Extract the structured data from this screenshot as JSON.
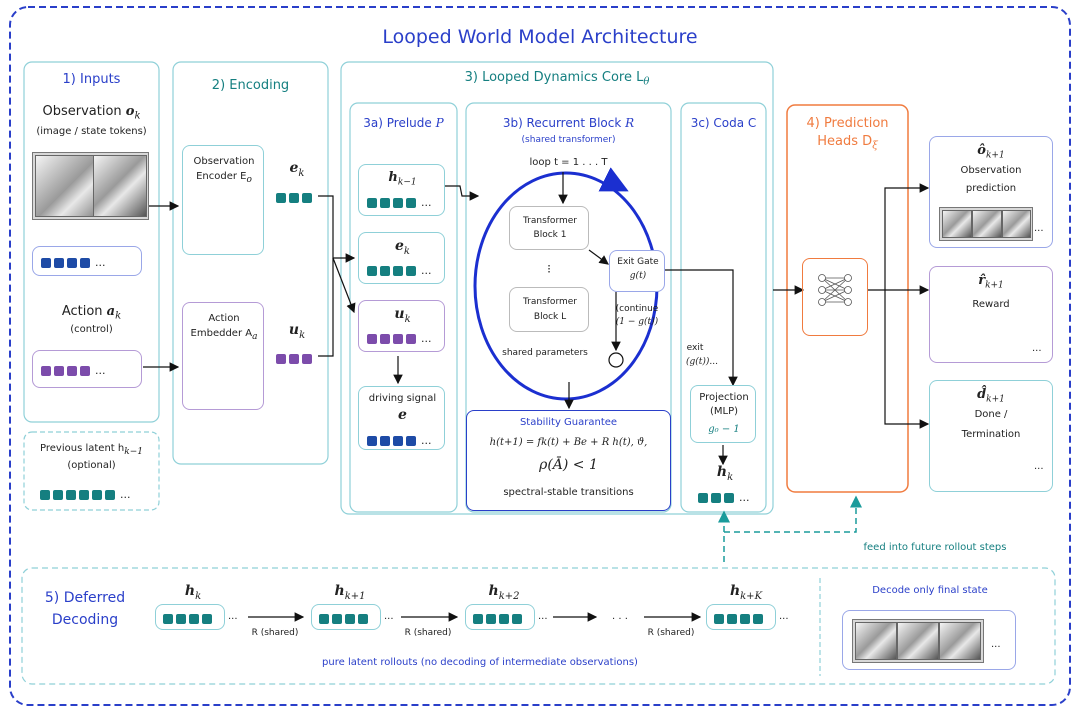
{
  "title": "Looped World Model Architecture",
  "inputs": {
    "heading": "1) Inputs",
    "observation_label": "Observation",
    "observation_sym": "o",
    "observation_sub": "k",
    "observation_note": "(image / state tokens)",
    "action_label": "Action",
    "action_sym": "a",
    "action_sub": "k",
    "action_note": "(control)",
    "ellipsis": "...",
    "prev_latent_label": "Previous latent h",
    "prev_latent_sub": "k−1",
    "prev_latent_note": "(optional)"
  },
  "encoding": {
    "heading": "2) Encoding",
    "obs_encoder_line1": "Observation",
    "obs_encoder_line2": "Encoder E",
    "obs_encoder_sub": "o",
    "act_embedder_line1": "Action",
    "act_embedder_line2": "Embedder A",
    "act_embedder_sub": "a",
    "e_sym": "e",
    "e_sub": "k",
    "u_sym": "u",
    "u_sub": "k"
  },
  "core": {
    "heading": "3) Looped Dynamics Core L",
    "heading_sub": "θ",
    "prelude_heading": "3a) Prelude",
    "prelude_sym": "P",
    "h_prev_sym": "h",
    "h_prev_sub": "k−1",
    "e_sym": "e",
    "e_sub": "k",
    "u_sym": "u",
    "u_sub": "k",
    "driving_signal": "driving signal",
    "driving_sym": "e",
    "recurrent_heading": "3b) Recurrent Block",
    "recurrent_sym": "R",
    "recurrent_note": "(shared transformer)",
    "loop_label": "loop t = 1 . . . T",
    "tb1_line1": "Transformer",
    "tb1_line2": "Block 1",
    "tb_dots": "⁝",
    "tbL_line1": "Transformer",
    "tbL_line2": "Block L",
    "shared_params": "shared parameters",
    "exit_gate_line1": "Exit Gate",
    "exit_gate_line2": "g(t)",
    "continue_line1": "(continue",
    "continue_line2": "(1 − g(t))",
    "coda_heading": "3c) Coda C",
    "exit_line1": "exit",
    "exit_line2": "(g(t))...",
    "projection_line1": "Projection",
    "projection_line2": "(MLP)",
    "projection_sym": "g₀ − 1",
    "hk_sym": "h",
    "hk_sub": "k",
    "stability_heading": "Stability Guarantee",
    "stability_eq": "h(t+1) = fk(t) + Be + R h(t), ϑ,",
    "stability_rho": "ρ(Ā) < 1",
    "stability_note": "spectral-stable transitions"
  },
  "prediction": {
    "heading_line1": "4) Prediction",
    "heading_line2": "Heads D",
    "heading_sub": "ξ",
    "obs_sym": "ô",
    "obs_sub": "k+1",
    "obs_line1": "Observation",
    "obs_line2": "prediction",
    "reward_sym": "r̂",
    "reward_sub": "k+1",
    "reward_label": "Reward",
    "done_sym": "d̂",
    "done_sub": "k+1",
    "done_line1": "Done /",
    "done_line2": "Termination",
    "feed_note": "feed into future rollout steps"
  },
  "deferred": {
    "heading_line1": "5) Deferred",
    "heading_line2": "Decoding",
    "states": [
      {
        "sym": "h",
        "sub": "k"
      },
      {
        "sym": "h",
        "sub": "k+1"
      },
      {
        "sym": "h",
        "sub": "k+2"
      },
      {
        "sym": "h",
        "sub": "k+K"
      }
    ],
    "transition_label": "R (shared)",
    "mid_dots": ". . .",
    "footer": "pure latent rollouts (no decoding of intermediate observations)",
    "decode_heading": "Decode only final state"
  },
  "colors": {
    "outer_border": "#2a3fc9",
    "teal": "#157f80",
    "blue": "#1e4ba6",
    "purple": "#7c4cab",
    "orange": "#f07b3f",
    "section_border": "#8fd0d8"
  }
}
